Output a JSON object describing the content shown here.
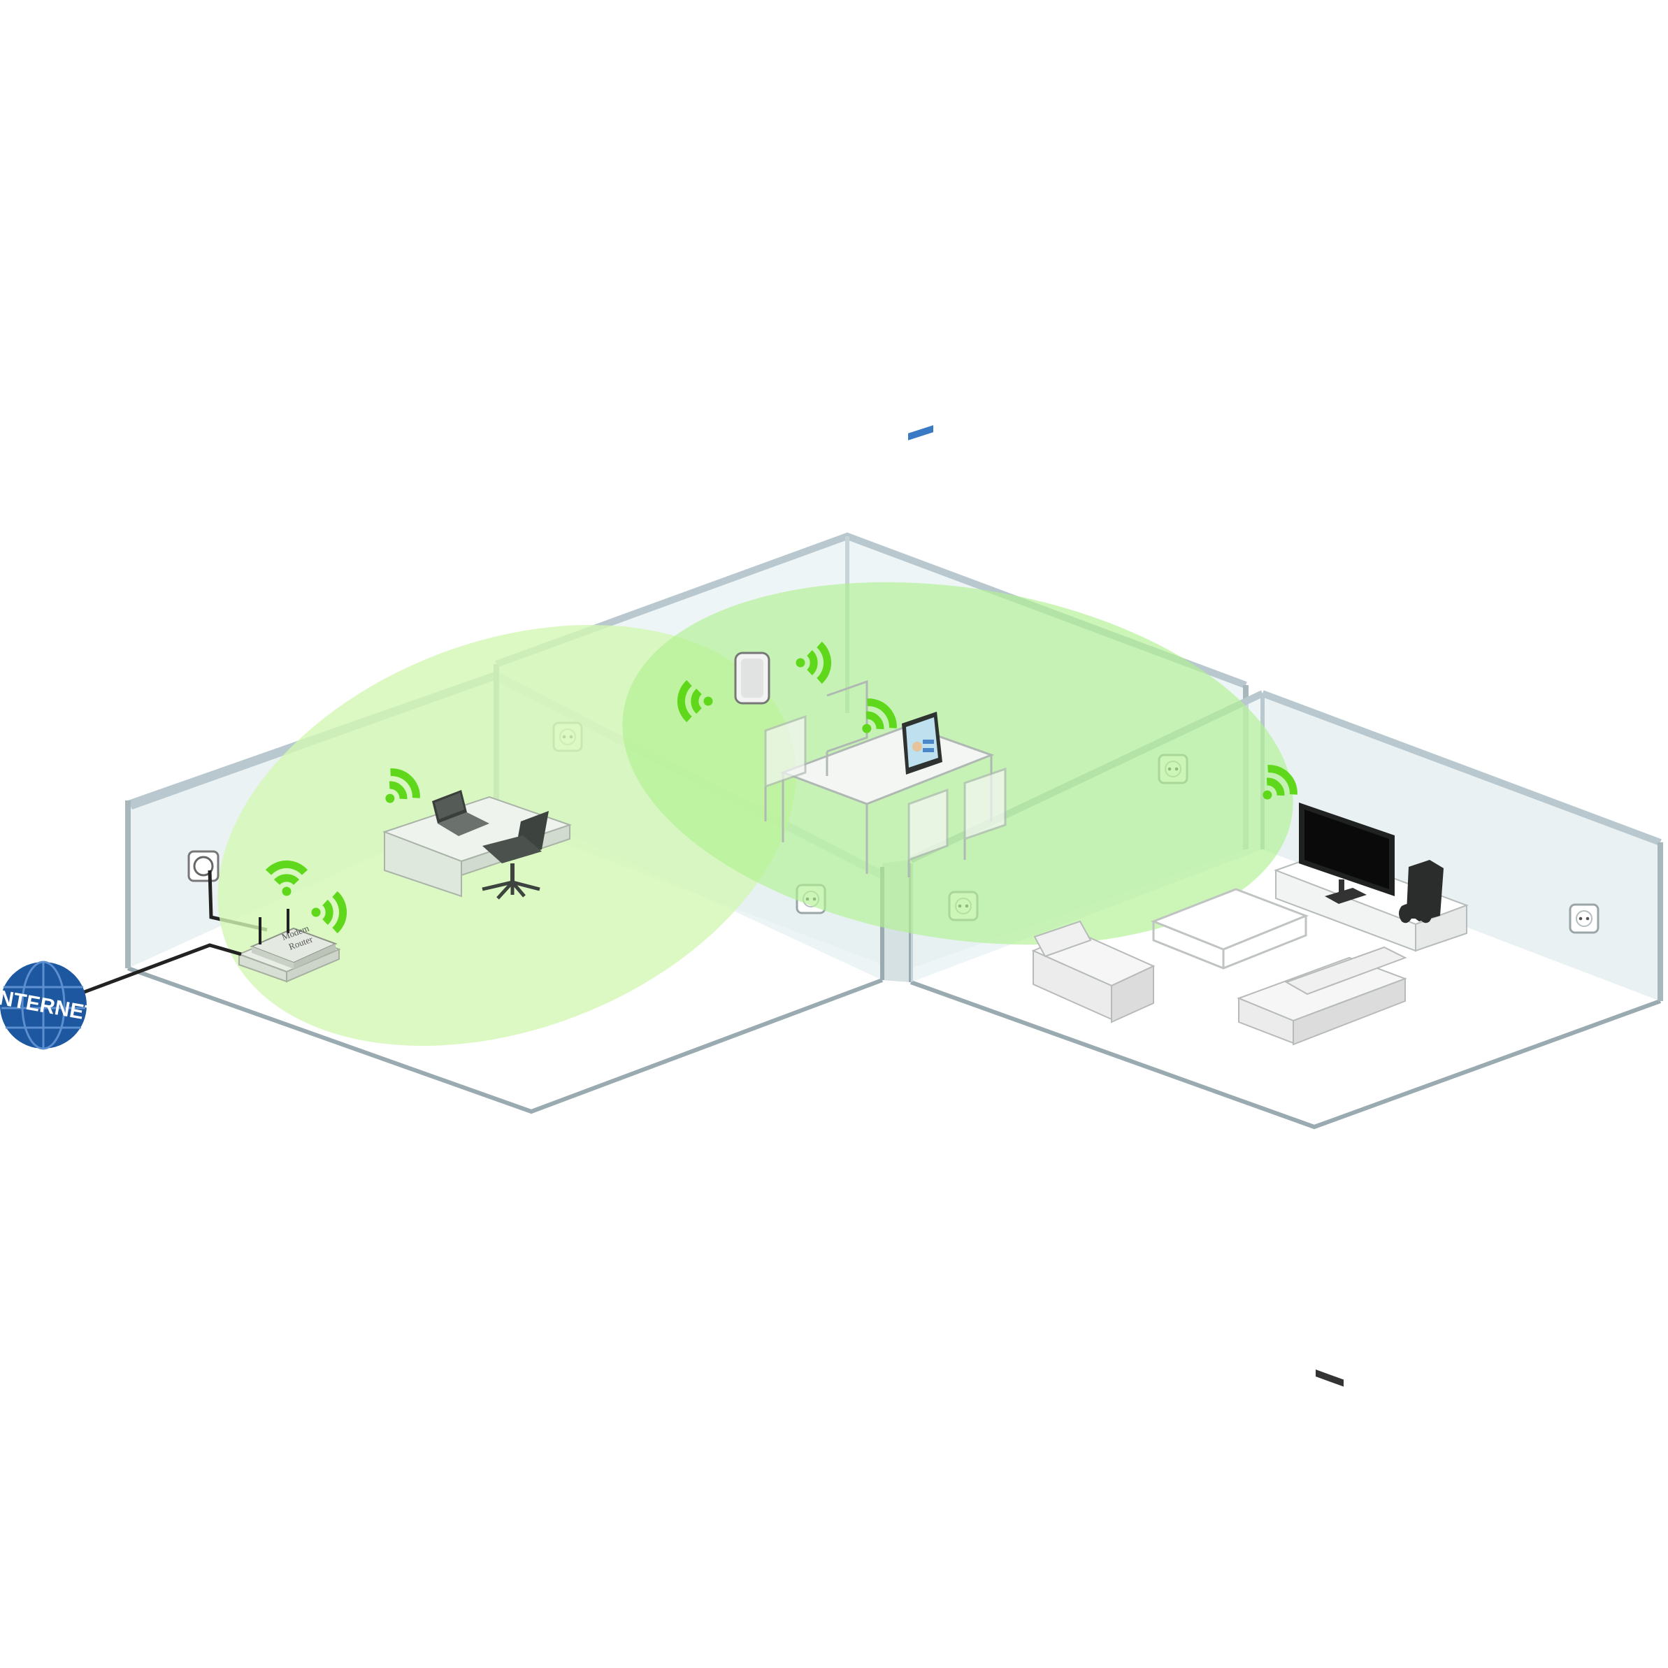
{
  "internet": {
    "label": "INTERNET",
    "color": "#1d57a0"
  },
  "router": {
    "label_line1": "Modem",
    "label_line2": "Router"
  },
  "colors": {
    "wifi_signal": "#5fd81c",
    "coverage_router": "#d6f9b9",
    "coverage_repeater": "#b6f29b",
    "wall_glass": "#e3eef0",
    "wall_edge": "#9aaab1"
  },
  "icons": [
    "globe-icon",
    "router-icon",
    "repeater-icon",
    "laptop-icon",
    "tablet-icon",
    "tv-icon",
    "game-console-icon",
    "gamepad-icon",
    "wifi-icon",
    "power-outlet-icon"
  ]
}
